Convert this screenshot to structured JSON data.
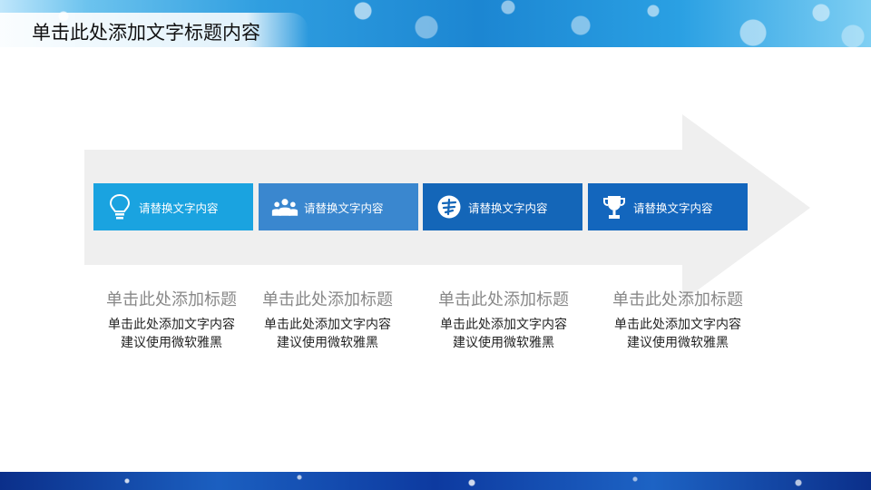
{
  "slide": {
    "title": "单击此处添加文字标题内容"
  },
  "cards": [
    {
      "label": "请替换文字内容",
      "icon": "lightbulb-icon",
      "color": "#1aa3e0"
    },
    {
      "label": "请替换文字内容",
      "icon": "team-icon",
      "color": "#3a87cf"
    },
    {
      "label": "请替换文字内容",
      "icon": "badge-icon",
      "color": "#1466b8"
    },
    {
      "label": "请替换文字内容",
      "icon": "trophy-icon",
      "color": "#1366bd"
    }
  ],
  "columns": [
    {
      "title": "单击此处添加标题",
      "line1": "单击此处添加文字内容",
      "line2": "建议使用微软雅黑"
    },
    {
      "title": "单击此处添加标题",
      "line1": "单击此处添加文字内容",
      "line2": "建议使用微软雅黑"
    },
    {
      "title": "单击此处添加标题",
      "line1": "单击此处添加文字内容",
      "line2": "建议使用微软雅黑"
    },
    {
      "title": "单击此处添加标题",
      "line1": "单击此处添加文字内容",
      "line2": "建议使用微软雅黑"
    }
  ],
  "colors": {
    "arrow": "#efefef",
    "title_text": "#111111",
    "subtitle_text": "#888888"
  }
}
